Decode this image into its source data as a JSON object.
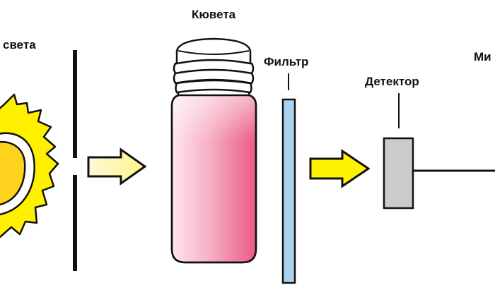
{
  "labels": {
    "light_source": "света",
    "cuvette": "Кювета",
    "filter": "Фильтр",
    "detector": "Детектор",
    "microammeter": "Ми"
  },
  "colors": {
    "sun_rays": "#FFF000",
    "sun_core": "#FFD21E",
    "arrow_fill": "#FFF200",
    "arrow_fill_light": "#FFF6C8",
    "solution_pink": "#EC5A82",
    "solution_light": "#FFE2EA",
    "filter_blue": "#A9D3F0",
    "detector_gray": "#CBCBCB",
    "outline": "#111111"
  }
}
